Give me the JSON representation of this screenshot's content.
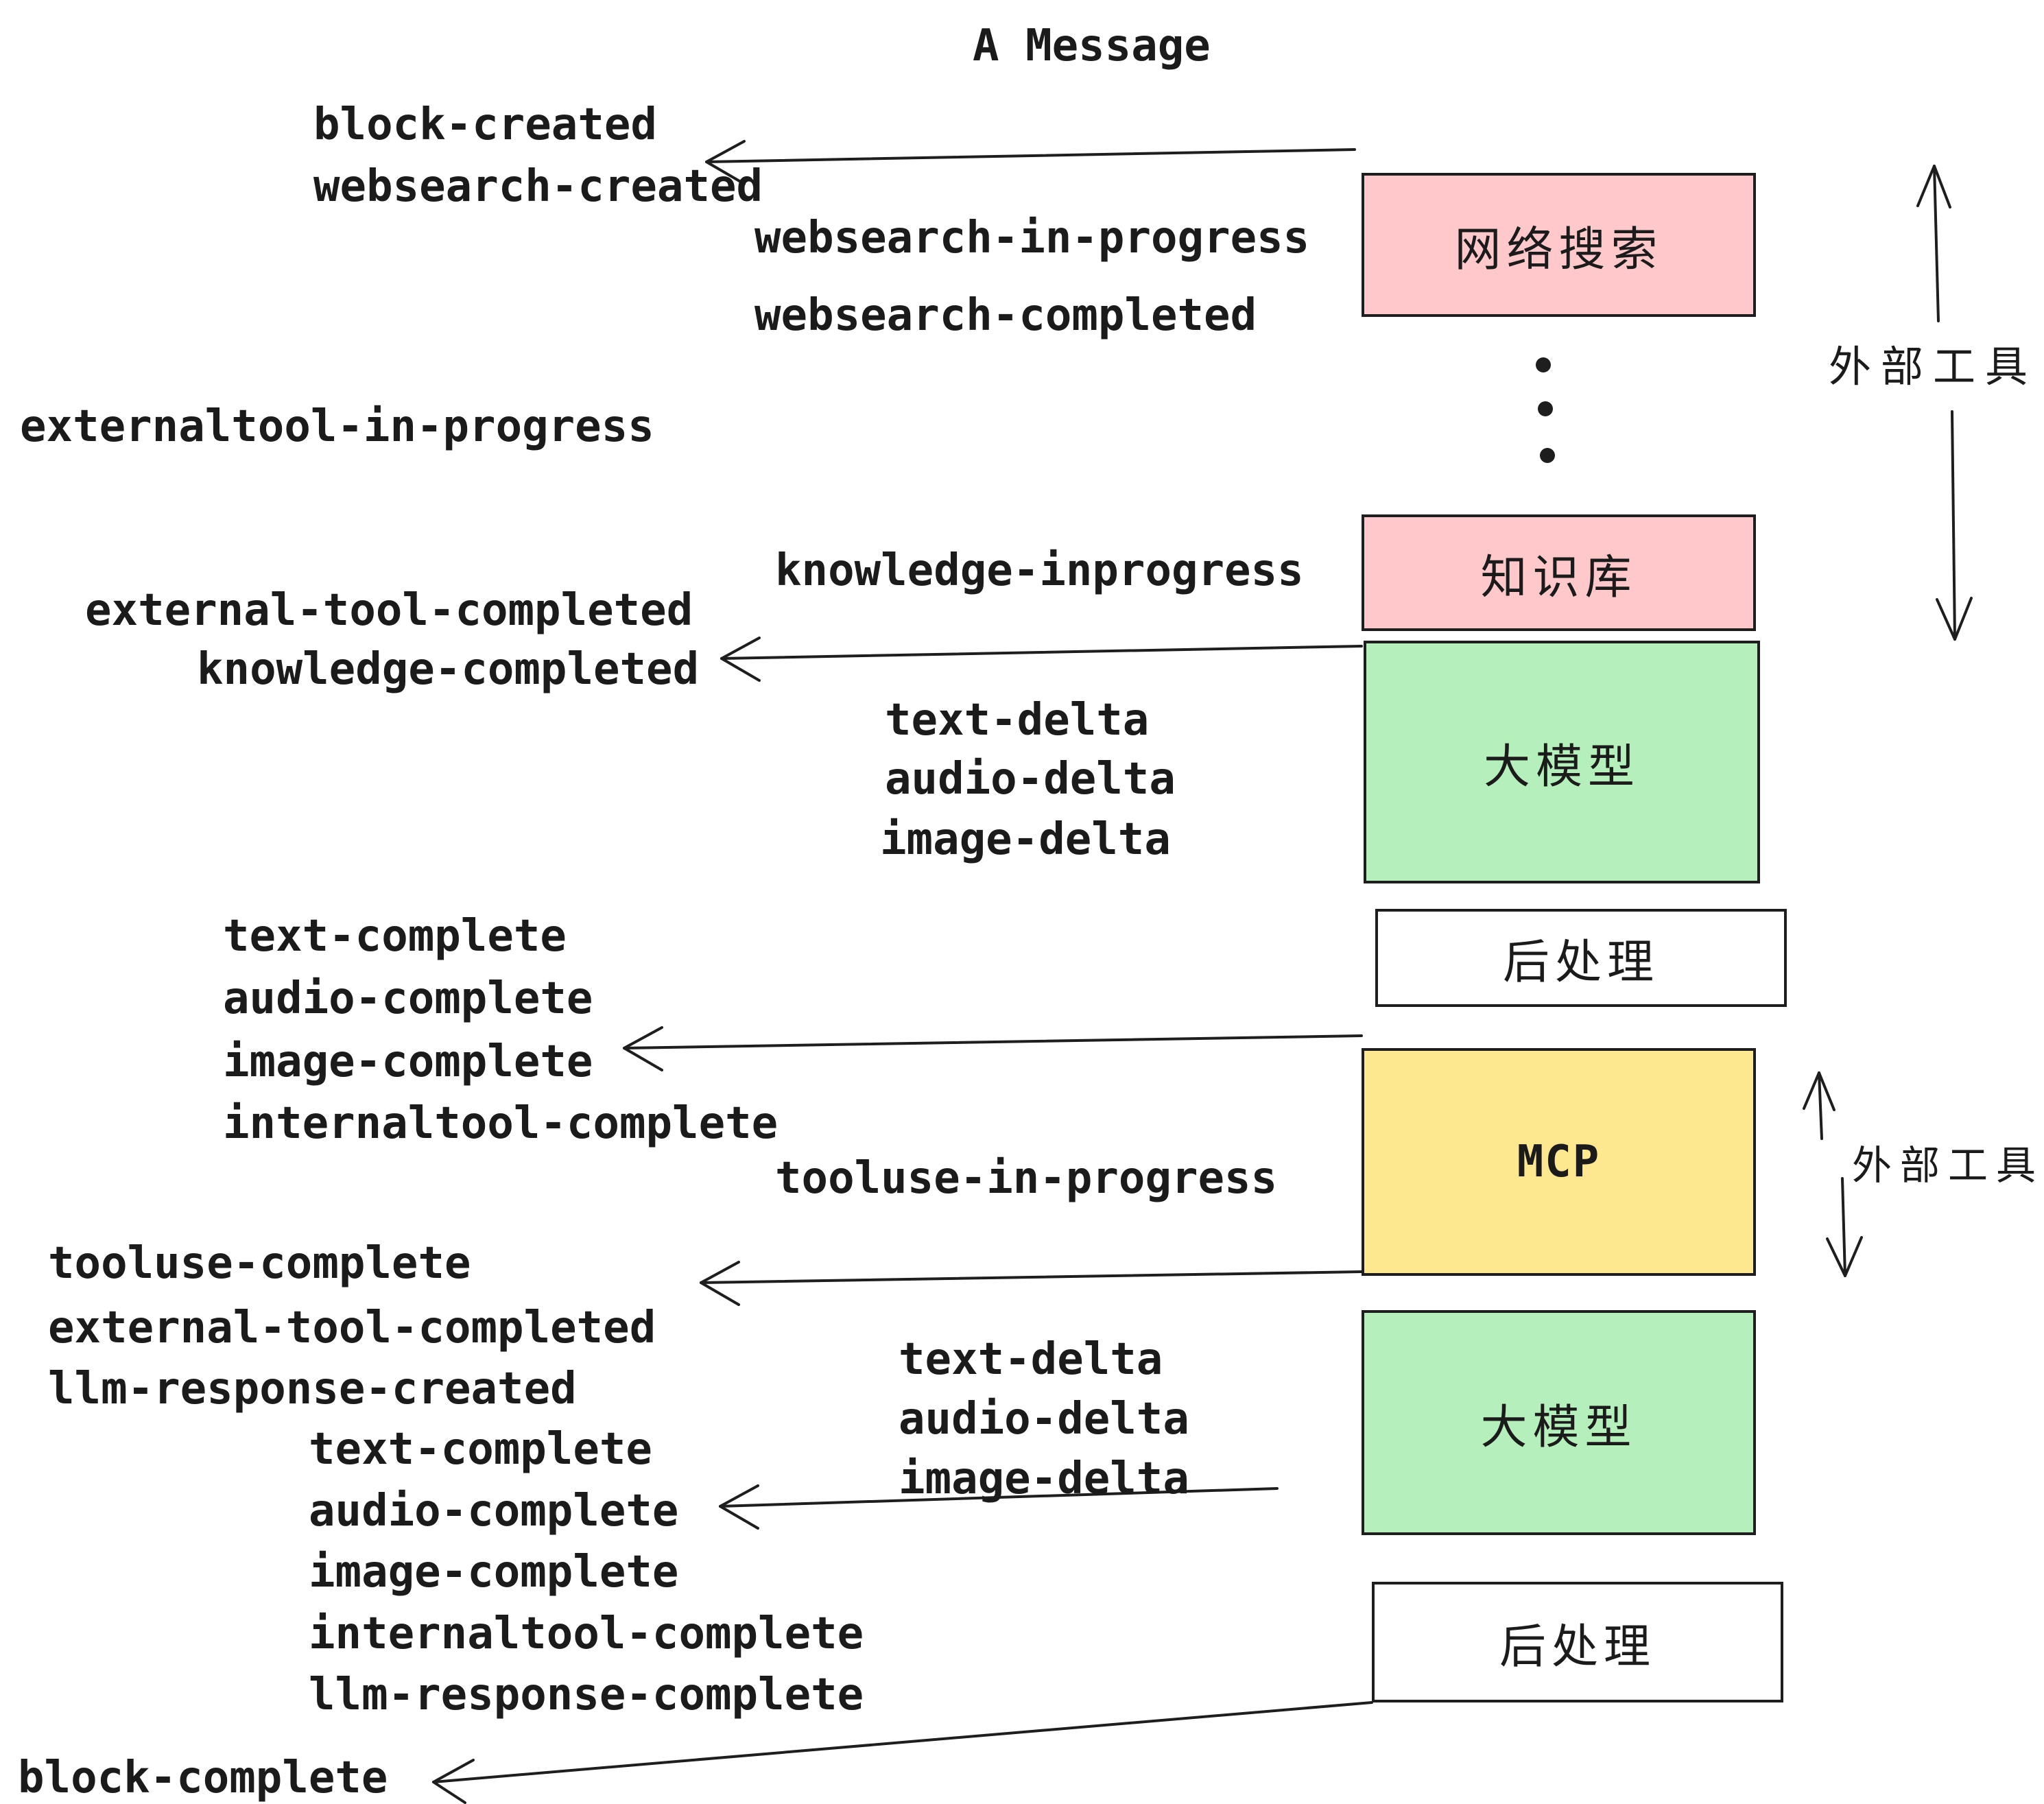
{
  "title": "A Message",
  "colors": {
    "pink": "#ffc9cb",
    "green": "#b5f0bc",
    "yellow": "#fde88f",
    "white": "#ffffff",
    "stroke": "#1e1e1e",
    "text": "#1b1b1b"
  },
  "events": [
    {
      "id": "block-created",
      "text": "block-created"
    },
    {
      "id": "websearch-created",
      "text": "websearch-created"
    },
    {
      "id": "websearch-in-progress",
      "text": "websearch-in-progress"
    },
    {
      "id": "websearch-completed",
      "text": "websearch-completed"
    },
    {
      "id": "externaltool-in-progress",
      "text": "externaltool-in-progress"
    },
    {
      "id": "knowledge-inprogress",
      "text": "knowledge-inprogress"
    },
    {
      "id": "external-tool-completed",
      "text": "external-tool-completed"
    },
    {
      "id": "knowledge-completed",
      "text": "knowledge-completed"
    },
    {
      "id": "text-delta",
      "text": "text-delta"
    },
    {
      "id": "audio-delta",
      "text": "audio-delta"
    },
    {
      "id": "image-delta",
      "text": "image-delta"
    },
    {
      "id": "text-complete",
      "text": "text-complete"
    },
    {
      "id": "audio-complete",
      "text": "audio-complete"
    },
    {
      "id": "image-complete",
      "text": "image-complete"
    },
    {
      "id": "internaltool-complete",
      "text": "internaltool-complete"
    },
    {
      "id": "tooluse-in-progress",
      "text": "tooluse-in-progress"
    },
    {
      "id": "tooluse-complete",
      "text": "tooluse-complete"
    },
    {
      "id": "external-tool-completed-2",
      "text": "external-tool-completed"
    },
    {
      "id": "llm-response-created",
      "text": "llm-response-created"
    },
    {
      "id": "text-complete-2",
      "text": "text-complete"
    },
    {
      "id": "audio-complete-2",
      "text": "audio-complete"
    },
    {
      "id": "image-complete-2",
      "text": "image-complete"
    },
    {
      "id": "internaltool-complete-2",
      "text": "internaltool-complete"
    },
    {
      "id": "llm-response-complete",
      "text": "llm-response-complete"
    },
    {
      "id": "text-delta-2",
      "text": "text-delta"
    },
    {
      "id": "audio-delta-2",
      "text": "audio-delta"
    },
    {
      "id": "image-delta-2",
      "text": "image-delta"
    },
    {
      "id": "block-complete",
      "text": "block-complete"
    }
  ],
  "boxes": [
    {
      "id": "websearch",
      "label": "网络搜索",
      "color": "pink"
    },
    {
      "id": "knowledge",
      "label": "知识库",
      "color": "pink"
    },
    {
      "id": "llm-1",
      "label": "大模型",
      "color": "green"
    },
    {
      "id": "post-1",
      "label": "后处理",
      "color": "white"
    },
    {
      "id": "mcp",
      "label": "MCP",
      "color": "yellow"
    },
    {
      "id": "llm-2",
      "label": "大模型",
      "color": "green"
    },
    {
      "id": "post-2",
      "label": "后处理",
      "color": "white"
    }
  ],
  "annotations": {
    "external_tools_top": "外部工具",
    "external_tools_mid": "外部工具"
  }
}
